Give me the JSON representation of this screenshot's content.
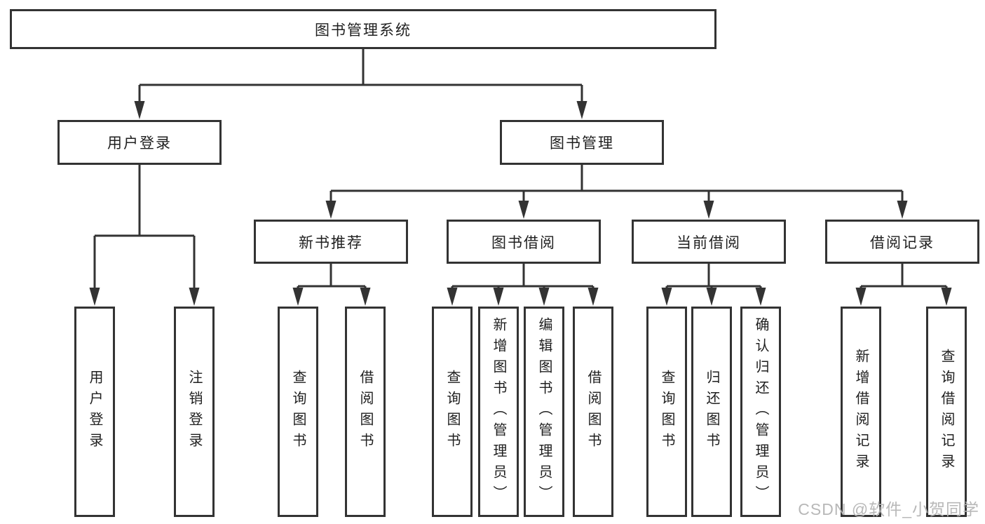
{
  "diagram": {
    "root": "图书管理系统",
    "level2": {
      "user_login": "用户登录",
      "book_mgmt": "图书管理"
    },
    "level3": {
      "new_books": "新书推荐",
      "borrowing": "图书借阅",
      "current": "当前借阅",
      "records": "借阅记录"
    },
    "leaves": {
      "login": "用户登录",
      "logout": "注销登录",
      "nb_search": "查询图书",
      "nb_borrow": "借阅图书",
      "bb_search": "查询图书",
      "bb_add": "新增图书（管理员）",
      "bb_edit": "编辑图书（管理员）",
      "bb_borrow": "借阅图书",
      "cb_search": "查询图书",
      "cb_return": "归还图书",
      "cb_confirm": "确认归还（管理员）",
      "rec_add": "新增借阅记录",
      "rec_search": "查询借阅记录"
    }
  },
  "watermark": "CSDN @软件_小贺同学",
  "colors": {
    "line": "#333333",
    "text": "#1f1f1f",
    "watermark": "#b5b5b5",
    "background": "#ffffff"
  }
}
